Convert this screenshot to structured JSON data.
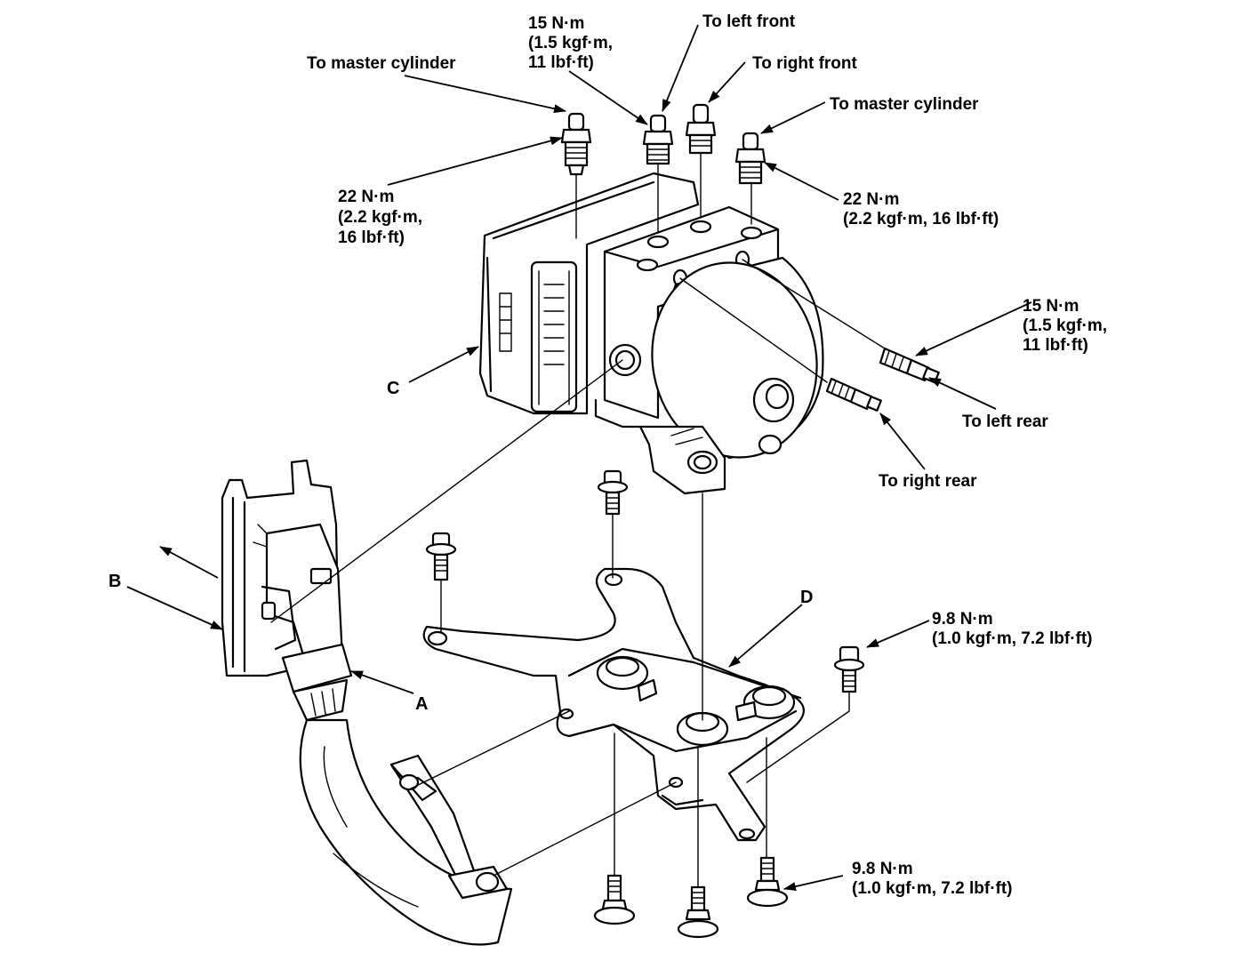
{
  "callouts": {
    "master_cyl_left": "To master cylinder",
    "torque_15_top": [
      "15 N·m",
      "(1.5 kgf·m,",
      "11 lbf·ft)"
    ],
    "left_front": "To left front",
    "right_front": "To right front",
    "master_cyl_right": "To master cylinder",
    "torque_22_left": [
      "22 N·m",
      "(2.2 kgf·m,",
      "16 lbf·ft)"
    ],
    "torque_22_right": [
      "22 N·m",
      "(2.2 kgf·m, 16 lbf·ft)"
    ],
    "torque_15_right": [
      "15 N·m",
      "(1.5 kgf·m,",
      "11 lbf·ft)"
    ],
    "left_rear": "To left rear",
    "right_rear": "To right rear",
    "torque_98_upper": [
      "9.8 N·m",
      "(1.0 kgf·m, 7.2 lbf·ft)"
    ],
    "torque_98_lower": [
      "9.8 N·m",
      "(1.0 kgf·m, 7.2 lbf·ft)"
    ]
  },
  "part_letters": {
    "a": "A",
    "b": "B",
    "c": "C",
    "d": "D"
  }
}
